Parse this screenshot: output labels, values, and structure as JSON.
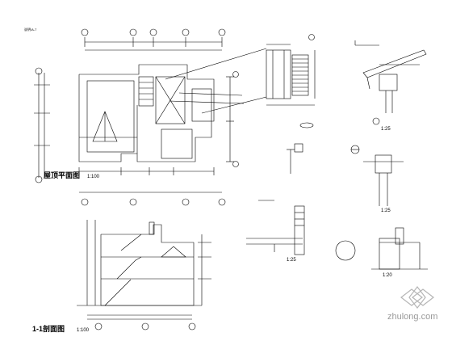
{
  "sheet": {
    "header_note": "说明/A-7",
    "roof_plan": {
      "title": "屋顶平面图",
      "scale": "1:100"
    },
    "section_11": {
      "title": "1-1剖面图",
      "scale": "1:100"
    },
    "detail_scales": [
      "1:25",
      "1:25",
      "1:25",
      "1:20"
    ],
    "watermark": "zhulong.com"
  }
}
